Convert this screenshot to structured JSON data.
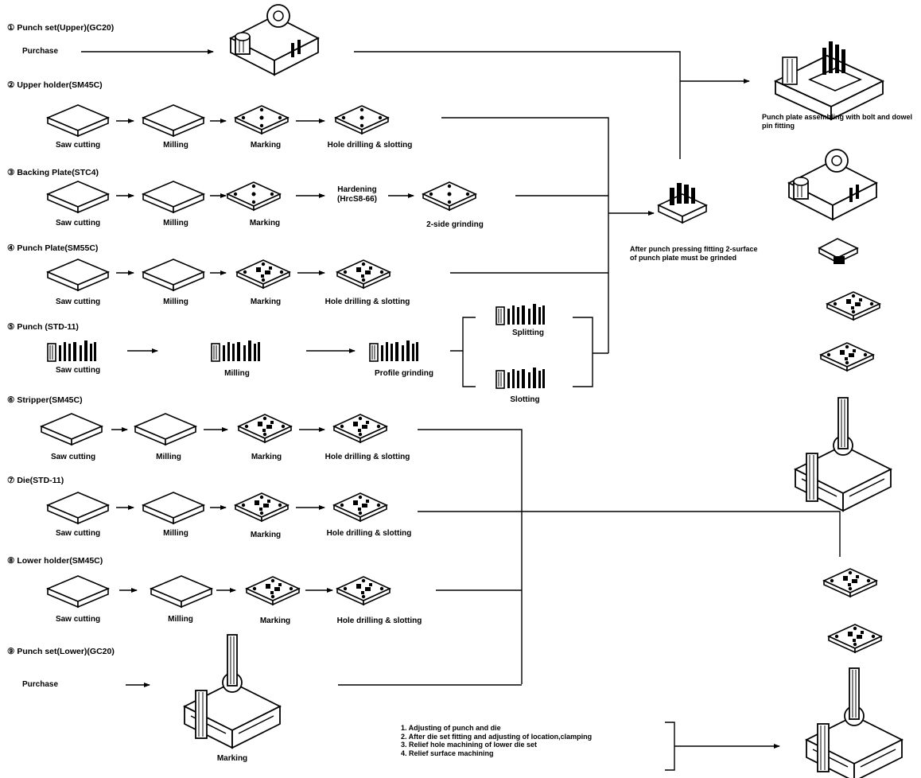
{
  "rows": [
    {
      "id": "r1",
      "heading": "① Punch set(Upper)(GC20)"
    },
    {
      "id": "r2",
      "heading": "② Upper holder(SM45C)",
      "labels": [
        "Saw cutting",
        "Milling",
        "Marking",
        "Hole drilling & slotting"
      ]
    },
    {
      "id": "r3",
      "heading": "③ Backing Plate(STC4)",
      "labels": [
        "Saw cutting",
        "Milling",
        "Marking",
        "Hardening (HrcS8-66)",
        "2-side grinding"
      ]
    },
    {
      "id": "r4",
      "heading": "④ Punch Plate(SM55C)",
      "labels": [
        "Saw cutting",
        "Milling",
        "Marking",
        "Hole drilling & slotting"
      ]
    },
    {
      "id": "r5",
      "heading": "⑤ Punch (STD-11)",
      "labels": [
        "Saw cutting",
        "Milling",
        "Profile grinding",
        "Splitting",
        "Slotting"
      ]
    },
    {
      "id": "r6",
      "heading": "⑥ Stripper(SM45C)",
      "labels": [
        "Saw cutting",
        "Milling",
        "Marking",
        "Hole drilling & slotting"
      ]
    },
    {
      "id": "r7",
      "heading": "⑦ Die(STD-11)",
      "labels": [
        "Saw cutting",
        "Milling",
        "Marking",
        "Hole drilling & slotting"
      ]
    },
    {
      "id": "r8",
      "heading": "⑧ Lower holder(SM45C)",
      "labels": [
        "Saw cutting",
        "Milling",
        "Marking",
        "Hole drilling & slotting"
      ]
    },
    {
      "id": "r9",
      "heading": "⑨ Punch set(Lower)(GC20)",
      "labels": [
        "Marking"
      ]
    }
  ],
  "purchase_upper": "Purchase",
  "purchase_lower": "Purchase",
  "punch_plate_note": "Punch plate assembling with bolt and dowel pin fitting",
  "after_punch_note": "After punch pressing fitting 2-surface of punch plate must be grinded",
  "final_steps": [
    "1. Adjusting of punch and die",
    "2. After die set fitting and adjusting of location,clamping",
    "3. Relief hole machining of lower die set",
    "4. Relief surface machining"
  ]
}
